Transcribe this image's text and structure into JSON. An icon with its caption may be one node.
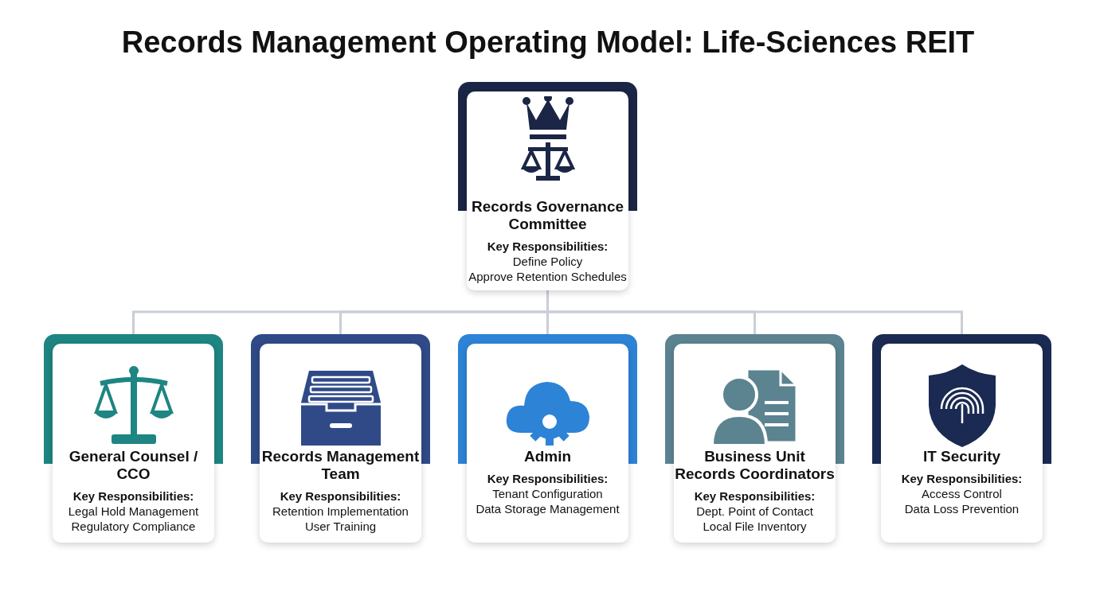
{
  "diagram": {
    "title": "Records Management Operating Model: Life-Sciences REIT",
    "nodes": [
      {
        "text": [
          "Records Governance Committee",
          "Key Responsibilities:",
          "Define Policy",
          "Approve Retention Schedules"
        ]
      },
      {
        "text": [
          "General Counsel / CCO",
          "Key Responsibilities:",
          "Legal Hold Management",
          "Regulatory Compliance"
        ]
      },
      {
        "text": [
          "Records Management Team",
          "Key Responsibilities:",
          "Retention Implementation",
          "User Training"
        ]
      },
      {
        "text": [
          "Admin",
          "Key Responsibilities:",
          "Tenant Configuration",
          "Data Storage Management"
        ]
      },
      {
        "text": [
          "Business Unit Records Coordinators",
          "Key Responsibilities:",
          "Dept. Point of Contact",
          "Local File Inventory"
        ]
      },
      {
        "text": [
          "IT Security",
          "Key Responsibilities:",
          "Access Control",
          "Data Loss Prevention"
        ]
      }
    ],
    "edges": [
      {
        "from": 0,
        "to": 1,
        "arrow": "none"
      },
      {
        "from": 0,
        "to": 2,
        "arrow": "none"
      },
      {
        "from": 0,
        "to": 3,
        "arrow": "none"
      },
      {
        "from": 0,
        "to": 4,
        "arrow": "none"
      },
      {
        "from": 0,
        "to": 5,
        "arrow": "none"
      }
    ]
  }
}
